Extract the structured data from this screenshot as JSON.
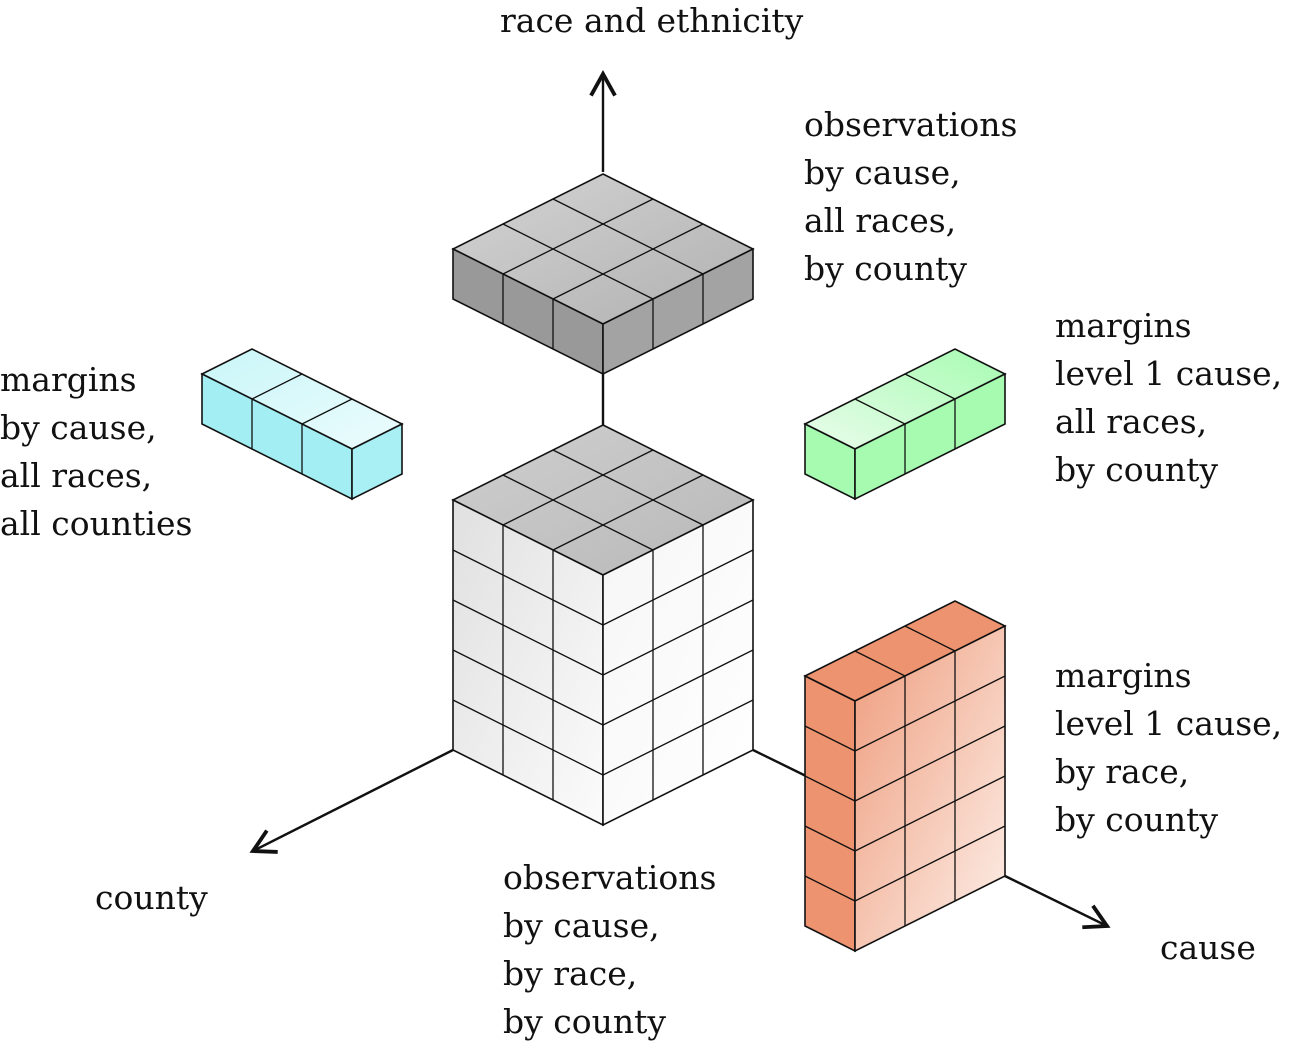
{
  "axes": {
    "race": "race and ethnicity",
    "county": "county",
    "cause": "cause"
  },
  "labels": {
    "top_block": [
      "observations",
      "by cause,",
      "all races,",
      "by county"
    ],
    "cyan_block": [
      "margins",
      "by cause,",
      "all races,",
      "all counties"
    ],
    "green_block": [
      "margins",
      "level 1 cause,",
      "all races,",
      "by county"
    ],
    "orange_block": [
      "margins",
      "level 1 cause,",
      "by race,",
      "by county"
    ],
    "main_block": [
      "observations",
      "by cause,",
      "by race,",
      "by county"
    ]
  },
  "colors": {
    "gray_top": "#bdbdbd",
    "gray_front": "#9a9a9a",
    "cube_light": "#f4f4f4",
    "cube_face": "#e4e4e4",
    "cyan": "#a2eef2",
    "green": "#a6fbb1",
    "orange": "#ee9370"
  }
}
